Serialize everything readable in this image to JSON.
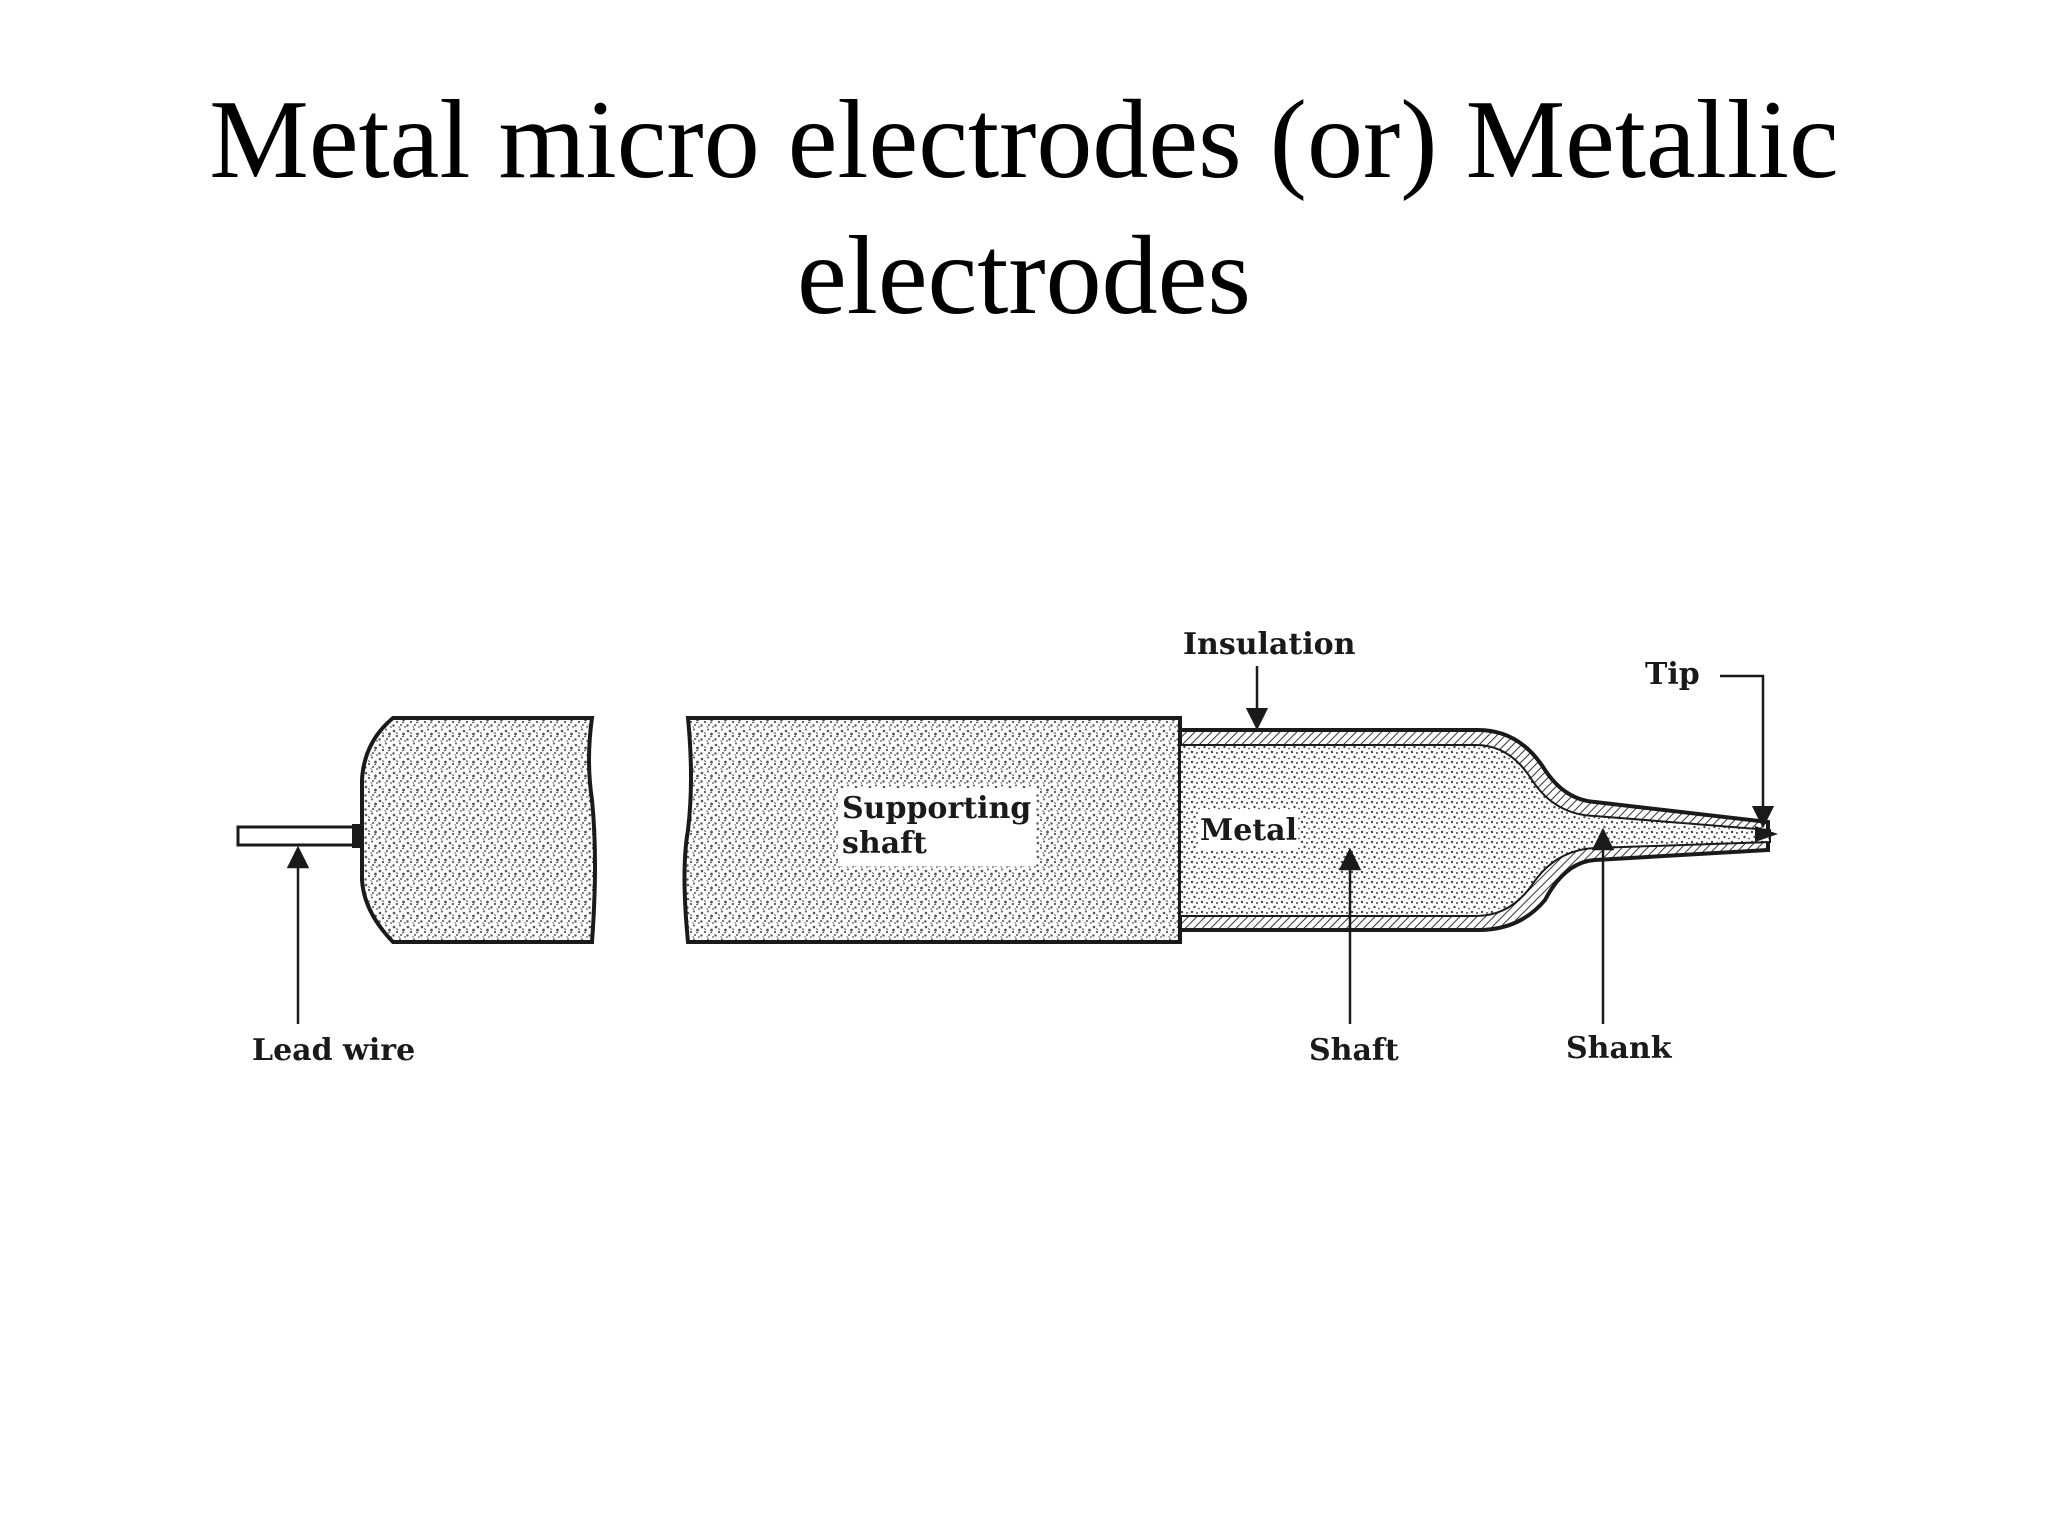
{
  "slide": {
    "title_line1": "Metal micro electrodes (or) Metallic",
    "title_line2": "electrodes"
  },
  "diagram": {
    "labels": {
      "insulation": "Insulation",
      "tip": "Tip",
      "supporting_shaft_line1": "Supporting",
      "supporting_shaft_line2": "shaft",
      "metal": "Metal",
      "lead_wire": "Lead wire",
      "shaft": "Shaft",
      "shank": "Shank"
    },
    "colors": {
      "ink": "#1a1a1a",
      "stipple": "#6a6a6a",
      "background": "#ffffff"
    }
  }
}
